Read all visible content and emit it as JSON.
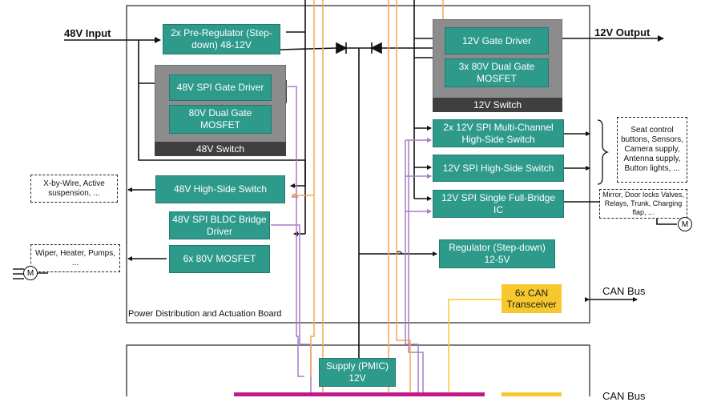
{
  "colors": {
    "block": "#2e9a8c",
    "switch_gray": "#8c8c8c",
    "switch_bar": "#3f3f3f",
    "spi_line": "#a77cc9",
    "supply_line": "#f5a750",
    "can_line": "#f7c82e",
    "pmic_bus": "#c2188b"
  },
  "labels": {
    "input": "48V Input",
    "output": "12V Output",
    "can_bus": "CAN Bus",
    "board": "Power Distribution and Actuation Board",
    "can_bus_bottom": "CAN Bus"
  },
  "blocks": {
    "pre_regulator": "2x Pre-Regulator (Step-down) 48-12V",
    "gate_driver_48": "48V SPI Gate Driver",
    "mosfet_48": "80V Dual Gate MOSFET",
    "switch_48": "48V Switch",
    "gate_driver_12": "12V Gate Driver",
    "mosfet_12": "3x 80V Dual Gate MOSFET",
    "switch_12": "12V Switch",
    "hs_multi": "2x 12V SPI Multi-Channel High-Side Switch",
    "hs_12": "12V SPI High-Side Switch",
    "full_bridge": "12V SPI Single Full-Bridge IC",
    "regulator": "Regulator (Step-down) 12-5V",
    "hs_48": "48V High-Side Switch",
    "bldc": "48V SPI BLDC Bridge Driver",
    "mosfet_6x": "6x 80V MOSFET",
    "can_transceiver": "6x CAN Transceiver",
    "pmic": "Supply (PMIC) 12V"
  },
  "notes": {
    "xbywire": "X-by-Wire, Active suspension, ...",
    "wiper": "Wiper, Heater, Pumps, ...",
    "seat": "Seat control buttons, Sensors, Camera supply, Antenna supply, Button lights, ...",
    "mirror": "Mirror, Door locks Valves, Relays, Trunk, Charging flap, ..."
  },
  "icons": {
    "motor_left": "M",
    "motor_right": "M"
  }
}
